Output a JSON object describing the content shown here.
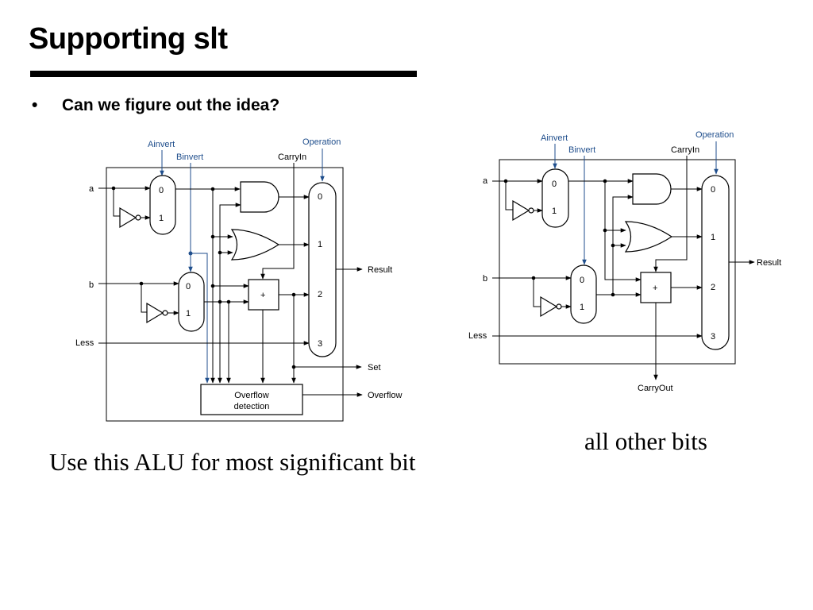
{
  "slide": {
    "title": "Supporting slt",
    "bullet_marker": "•",
    "bullet": "Can we figure out the idea?",
    "caption_left": "Use this ALU for most significant bit",
    "caption_right": "all other bits"
  },
  "colors": {
    "control_signal": "#1f4e8c",
    "title_rule": "#000000"
  },
  "msb_alu": {
    "labels": {
      "ainvert": "Ainvert",
      "binvert": "Binvert",
      "carryin": "CarryIn",
      "operation": "Operation",
      "a": "a",
      "b": "b",
      "less": "Less",
      "result": "Result",
      "set": "Set",
      "overflow": "Overflow",
      "overflow_detection_1": "Overflow",
      "overflow_detection_2": "detection",
      "adder": "+"
    },
    "mux_a": [
      "0",
      "1"
    ],
    "mux_b": [
      "0",
      "1"
    ],
    "mux_out": [
      "0",
      "1",
      "2",
      "3"
    ]
  },
  "bit_alu": {
    "labels": {
      "ainvert": "Ainvert",
      "binvert": "Binvert",
      "carryin": "CarryIn",
      "operation": "Operation",
      "a": "a",
      "b": "b",
      "less": "Less",
      "result": "Result",
      "carryout": "CarryOut",
      "adder": "+"
    },
    "mux_a": [
      "0",
      "1"
    ],
    "mux_b": [
      "0",
      "1"
    ],
    "mux_out": [
      "0",
      "1",
      "2",
      "3"
    ]
  }
}
